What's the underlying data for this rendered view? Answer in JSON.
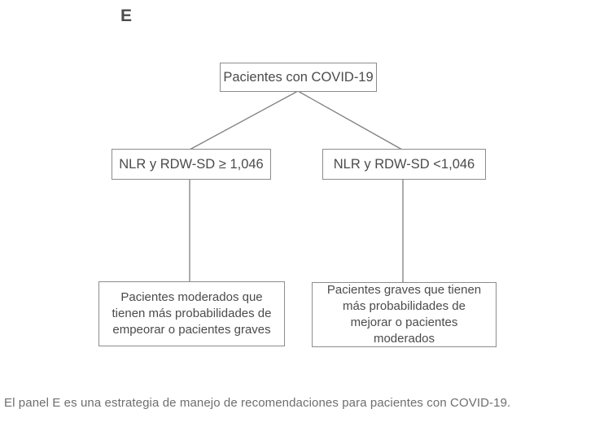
{
  "panel_label": "E",
  "flowchart": {
    "root": "Pacientes con COVID-19",
    "branch_left": "NLR y RDW-SD ≥ 1,046",
    "branch_right": "NLR y RDW-SD <1,046",
    "outcome_left": "Pacientes moderados que tienen más probabilidades de empeorar o pacientes graves",
    "outcome_right": "Pacientes graves que tienen más probabilidades de mejorar o pacientes moderados"
  },
  "caption": "El panel E es una estrategia de manejo de recomendaciones para pacientes con COVID-19.",
  "colors": {
    "box_border": "#8a8c8f",
    "node_text": "#4a4b4d",
    "connector_line": "#7d7f82",
    "caption_text": "#6d6e71"
  }
}
